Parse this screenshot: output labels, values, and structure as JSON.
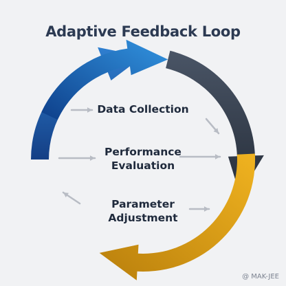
{
  "title": "Adaptive Feedback Loop",
  "steps": [
    {
      "label_lines": [
        "Data Collection"
      ]
    },
    {
      "label_lines": [
        "Performance",
        "Evaluation"
      ]
    },
    {
      "label_lines": [
        "Parameter",
        "Adjustment"
      ]
    }
  ],
  "watermark": "@ MAK-JEE",
  "colors": {
    "background": "#f1f2f4",
    "arrow_top": "#2a7fd0",
    "arrow_right": "#34404f",
    "arrow_bottom": "#e0a418",
    "arrow_left": "#1c5aa8",
    "inner_arrows": "#b8bcc4",
    "text": "#1f2a3c"
  }
}
